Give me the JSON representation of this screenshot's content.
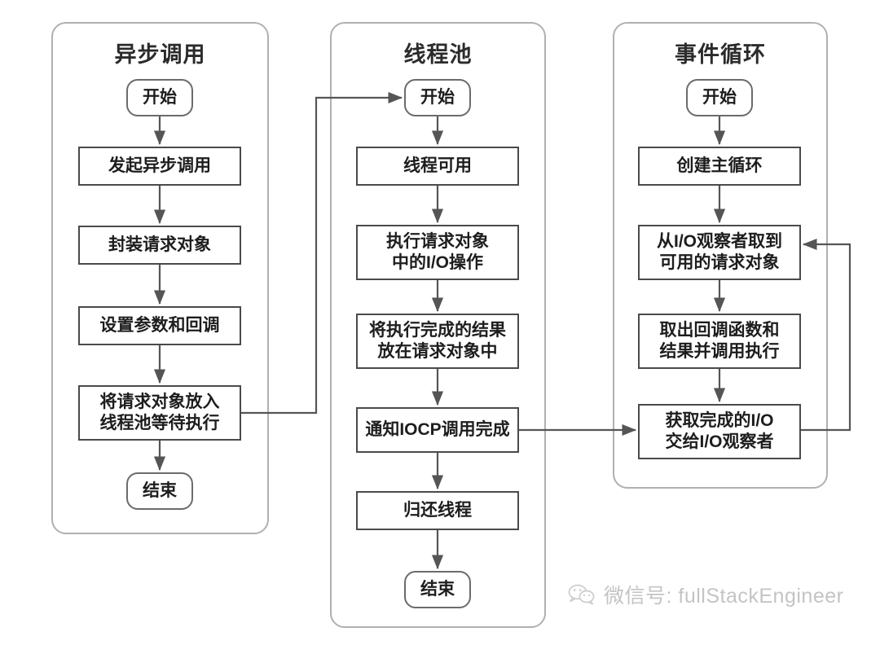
{
  "diagram": {
    "type": "flowchart",
    "lanes": [
      {
        "id": "async-call",
        "title": "异步调用",
        "nodes": [
          {
            "id": "a-start",
            "label": "开始",
            "shape": "terminal"
          },
          {
            "id": "a-1",
            "label": "发起异步调用",
            "shape": "process"
          },
          {
            "id": "a-2",
            "label": "封装请求对象",
            "shape": "process"
          },
          {
            "id": "a-3",
            "label": "设置参数和回调",
            "shape": "process"
          },
          {
            "id": "a-4",
            "line1": "将请求对象放入",
            "line2": "线程池等待执行",
            "shape": "process"
          },
          {
            "id": "a-end",
            "label": "结束",
            "shape": "terminal"
          }
        ]
      },
      {
        "id": "thread-pool",
        "title": "线程池",
        "nodes": [
          {
            "id": "t-start",
            "label": "开始",
            "shape": "terminal"
          },
          {
            "id": "t-1",
            "label": "线程可用",
            "shape": "process"
          },
          {
            "id": "t-2",
            "line1": "执行请求对象",
            "line2": "中的I/O操作",
            "shape": "process"
          },
          {
            "id": "t-3",
            "line1": "将执行完成的结果",
            "line2": "放在请求对象中",
            "shape": "process"
          },
          {
            "id": "t-4",
            "label": "通知IOCP调用完成",
            "shape": "process"
          },
          {
            "id": "t-5",
            "label": "归还线程",
            "shape": "process"
          },
          {
            "id": "t-end",
            "label": "结束",
            "shape": "terminal"
          }
        ]
      },
      {
        "id": "event-loop",
        "title": "事件循环",
        "nodes": [
          {
            "id": "e-start",
            "label": "开始",
            "shape": "terminal"
          },
          {
            "id": "e-1",
            "label": "创建主循环",
            "shape": "process"
          },
          {
            "id": "e-2",
            "line1": "从I/O观察者取到",
            "line2": "可用的请求对象",
            "shape": "process"
          },
          {
            "id": "e-3",
            "line1": "取出回调函数和",
            "line2": "结果并调用执行",
            "shape": "process"
          },
          {
            "id": "e-4",
            "line1": "获取完成的I/O",
            "line2": "交给I/O观察者",
            "shape": "process"
          }
        ]
      }
    ],
    "colors": {
      "lane_border": "#b0b0b0",
      "node_border": "#4a4a4a",
      "terminal_border": "#6b6b6b",
      "text": "#1d1d1d",
      "connector": "#555555",
      "watermark": "#c4c4c4",
      "background": "#ffffff"
    }
  },
  "watermark": {
    "icon": "wechat-icon",
    "text": "微信号: fullStackEngineer"
  }
}
